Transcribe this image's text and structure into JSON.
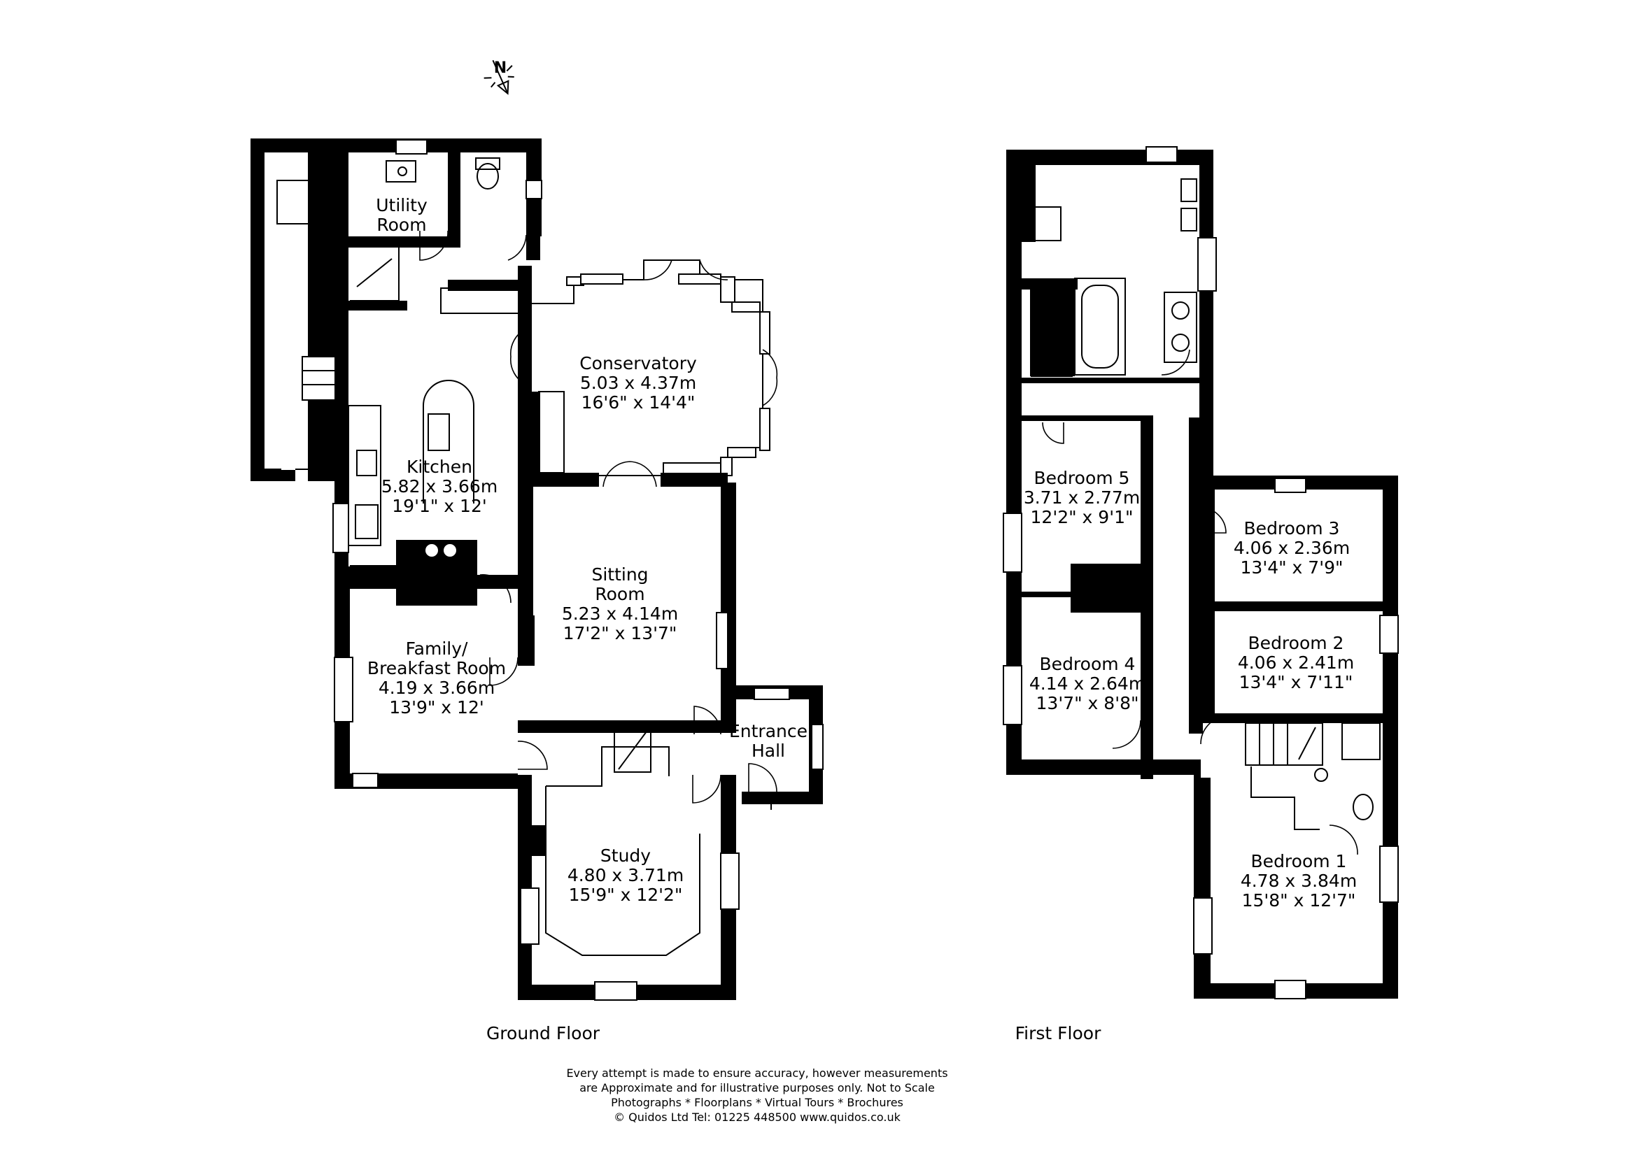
{
  "compass": {
    "letter": "N",
    "icon": "north-arrow-icon"
  },
  "ground_floor": {
    "caption": "Ground Floor",
    "rooms": [
      {
        "id": "utility",
        "name_lines": [
          "Utility",
          "Room"
        ],
        "dims": []
      },
      {
        "id": "conservatory",
        "name_lines": [
          "Conservatory"
        ],
        "dims": [
          "5.03 x 4.37m",
          "16'6\" x 14'4\""
        ]
      },
      {
        "id": "kitchen",
        "name_lines": [
          "Kitchen"
        ],
        "dims": [
          "5.82 x 3.66m",
          "19'1\" x 12'"
        ]
      },
      {
        "id": "sitting",
        "name_lines": [
          "Sitting",
          "Room"
        ],
        "dims": [
          "5.23 x 4.14m",
          "17'2\" x 13'7\""
        ]
      },
      {
        "id": "family",
        "name_lines": [
          "Family/",
          "Breakfast Room"
        ],
        "dims": [
          "4.19 x 3.66m",
          "13'9\" x 12'"
        ]
      },
      {
        "id": "entrance",
        "name_lines": [
          "Entrance",
          "Hall"
        ],
        "dims": []
      },
      {
        "id": "study",
        "name_lines": [
          "Study"
        ],
        "dims": [
          "4.80 x 3.71m",
          "15'9\" x 12'2\""
        ]
      }
    ]
  },
  "first_floor": {
    "caption": "First Floor",
    "rooms": [
      {
        "id": "bed5",
        "name_lines": [
          "Bedroom 5"
        ],
        "dims": [
          "3.71 x 2.77m",
          "12'2\" x 9'1\""
        ]
      },
      {
        "id": "bed3",
        "name_lines": [
          "Bedroom 3"
        ],
        "dims": [
          "4.06 x 2.36m",
          "13'4\" x 7'9\""
        ]
      },
      {
        "id": "bed2",
        "name_lines": [
          "Bedroom 2"
        ],
        "dims": [
          "4.06 x 2.41m",
          "13'4\" x 7'11\""
        ]
      },
      {
        "id": "bed4",
        "name_lines": [
          "Bedroom 4"
        ],
        "dims": [
          "4.14 x 2.64m",
          "13'7\" x 8'8\""
        ]
      },
      {
        "id": "bed1",
        "name_lines": [
          "Bedroom 1"
        ],
        "dims": [
          "4.78 x 3.84m",
          "15'8\" x 12'7\""
        ]
      }
    ]
  },
  "disclaimer": [
    "Every attempt is made to ensure accuracy, however measurements",
    "are Approximate and for illustrative purposes only. Not to Scale",
    "Photographs * Floorplans * Virtual Tours * Brochures",
    "© Quidos Ltd Tel: 01225 448500 www.quidos.co.uk"
  ]
}
